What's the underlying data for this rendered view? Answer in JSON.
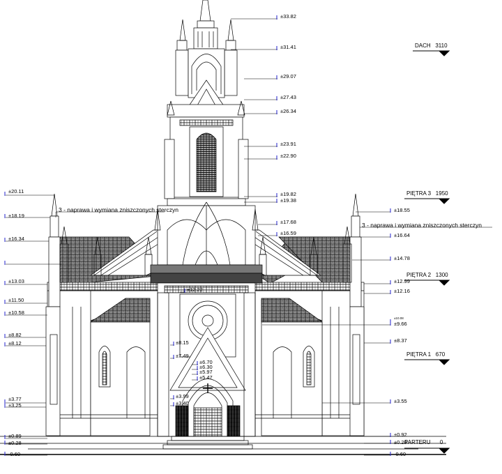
{
  "elevation_marks_left": [
    "±20.11",
    "±18.19",
    "±16.34",
    "±13.03",
    "±11.50",
    "±10.58",
    "±8.82",
    "±8.12",
    "±3.77",
    "±3.25",
    "±0.89",
    "±0.28",
    "-0.60"
  ],
  "elevation_marks_tower": [
    "±33.82",
    "±31.41",
    "±29.07",
    "±27.43",
    "±26.34",
    "±23.91",
    "±22.90",
    "±19.82",
    "±19.38",
    "±17.68",
    "±16.59"
  ],
  "elevation_marks_right": [
    "±18.55",
    "±16.64",
    "±14.78",
    "±12.99",
    "±12.16",
    "±9.66",
    "±8.37",
    "±3.55",
    "±0.92",
    "±0.28",
    "-0.60"
  ],
  "elevation_mark_tiny": "±10.08",
  "elevation_marks_center": [
    "±12.22",
    "±8.15",
    "±7.49",
    "±6.70",
    "±6.30",
    "±5.97",
    "±5.47",
    "±3.99",
    "±3.40"
  ],
  "levels": [
    {
      "name": "DACH",
      "value": "3110"
    },
    {
      "name": "PIĘTRA 3",
      "value": "1950"
    },
    {
      "name": "PIĘTRA 2",
      "value": "1300"
    },
    {
      "name": "PIĘTRA 1",
      "value": "670"
    },
    {
      "name": "PARTERU",
      "value": "0"
    }
  ],
  "notes": {
    "left": "3 - naprawa i wymiana zniszczonych sterczyn",
    "right": "3 - naprawa i wymiana zniszczonych sterczyn"
  },
  "colors": {
    "line": "#000000",
    "marker": "#2222cc"
  }
}
